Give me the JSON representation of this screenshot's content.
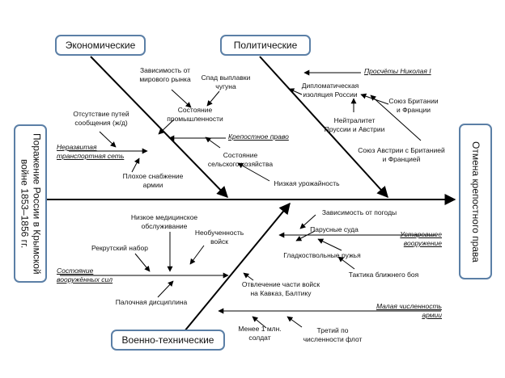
{
  "categories": {
    "economic": "Экономические",
    "political": "Политические",
    "military": "Военно-технические"
  },
  "problem": {
    "line1": "Поражение России в Крымской",
    "line2": "войне 1853–1856 гг."
  },
  "effect": "Отмена крепостного права",
  "economic_causes": {
    "dependence_market": [
      "Зависимость от",
      "мирового рынка"
    ],
    "iron_decline": [
      "Спад выплавки",
      "чугуна"
    ],
    "industry_state": [
      "Состояние",
      "промышленности"
    ],
    "no_routes": [
      "Отсутствие путей",
      "сообщения (ж/д)"
    ],
    "transport": [
      "Неразвитая",
      "транспортная сеть"
    ],
    "serfdom": "Крепостное право",
    "agriculture_state": [
      "Состояние",
      "сельского хозяйства"
    ],
    "supply": [
      "Плохое снабжение",
      "армии"
    ],
    "harvest": "Низкая урожайность"
  },
  "political_causes": {
    "nicholas": "Просчёты Николая I",
    "isolation": [
      "Дипломатическая",
      "изоляция России"
    ],
    "alliance_uk_fr": [
      "Союз Британии",
      "и Франции"
    ],
    "neutrality": [
      "Нейтралитет",
      "Пруссии и Австрии"
    ],
    "alliance_at": [
      "Союз Австрии с Британией",
      "и Францией"
    ]
  },
  "military_causes": {
    "medical": [
      "Низкое медицинское",
      "обслуживание"
    ],
    "untrained": [
      "Необученность",
      "войск"
    ],
    "recruit": "Рекрутский набор",
    "army_state": [
      "Состояние",
      "вооружённых сил"
    ],
    "stick": "Палочная дисциплина",
    "weather": "Зависимость от погоды",
    "sail": "Парусные суда",
    "outdated": [
      "Устаревшее",
      "вооружение"
    ],
    "smoothbore": "Гладкоствольные ружья",
    "tactics": "Тактика ближнего боя",
    "diversion": [
      "Отвлечение части войск",
      "на Кавказ, Балтику"
    ],
    "small_number": [
      "Малая численность",
      "армии"
    ],
    "soldiers": [
      "Менее 1 млн.",
      "солдат"
    ],
    "fleet": [
      "Третий по",
      "численности флот"
    ]
  }
}
